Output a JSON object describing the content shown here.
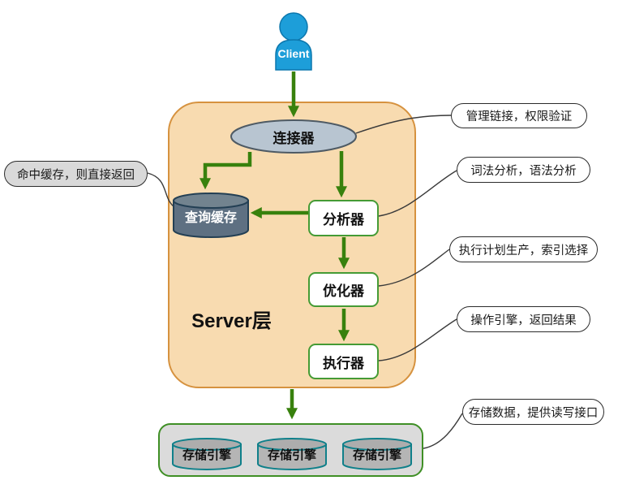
{
  "client": {
    "label": "Client"
  },
  "server": {
    "label": "Server层"
  },
  "nodes": {
    "connector": {
      "label": "连接器"
    },
    "query_cache": {
      "label": "查询缓存"
    },
    "analyzer": {
      "label": "分析器"
    },
    "optimizer": {
      "label": "优化器"
    },
    "executor": {
      "label": "执行器"
    }
  },
  "storage": {
    "engines": [
      {
        "label": "存储引擎"
      },
      {
        "label": "存储引擎"
      },
      {
        "label": "存储引擎"
      }
    ]
  },
  "callouts": {
    "cache_hit": {
      "label": "命中缓存，则直接返回"
    },
    "connector": {
      "label": "管理链接，权限验证"
    },
    "analyzer": {
      "label": "词法分析，语法分析"
    },
    "optimizer": {
      "label": "执行计划生产，索引选择"
    },
    "executor": {
      "label": "操作引擎，返回结果"
    },
    "storage": {
      "label": "存储数据，提供读写接口"
    }
  },
  "colors": {
    "arrow_green": "#38810d",
    "node_border_green": "#459b35",
    "server_fill": "#f8dbb0",
    "server_border": "#d6923f",
    "connector_fill": "#b8c5d1",
    "cache_fill": "#5e7082",
    "storage_box_fill": "#dbdbdb",
    "engine_cylinder_fill": "#b5b5b5",
    "engine_cylinder_border": "#0f808a",
    "client_blue": "#1d9ed9"
  }
}
